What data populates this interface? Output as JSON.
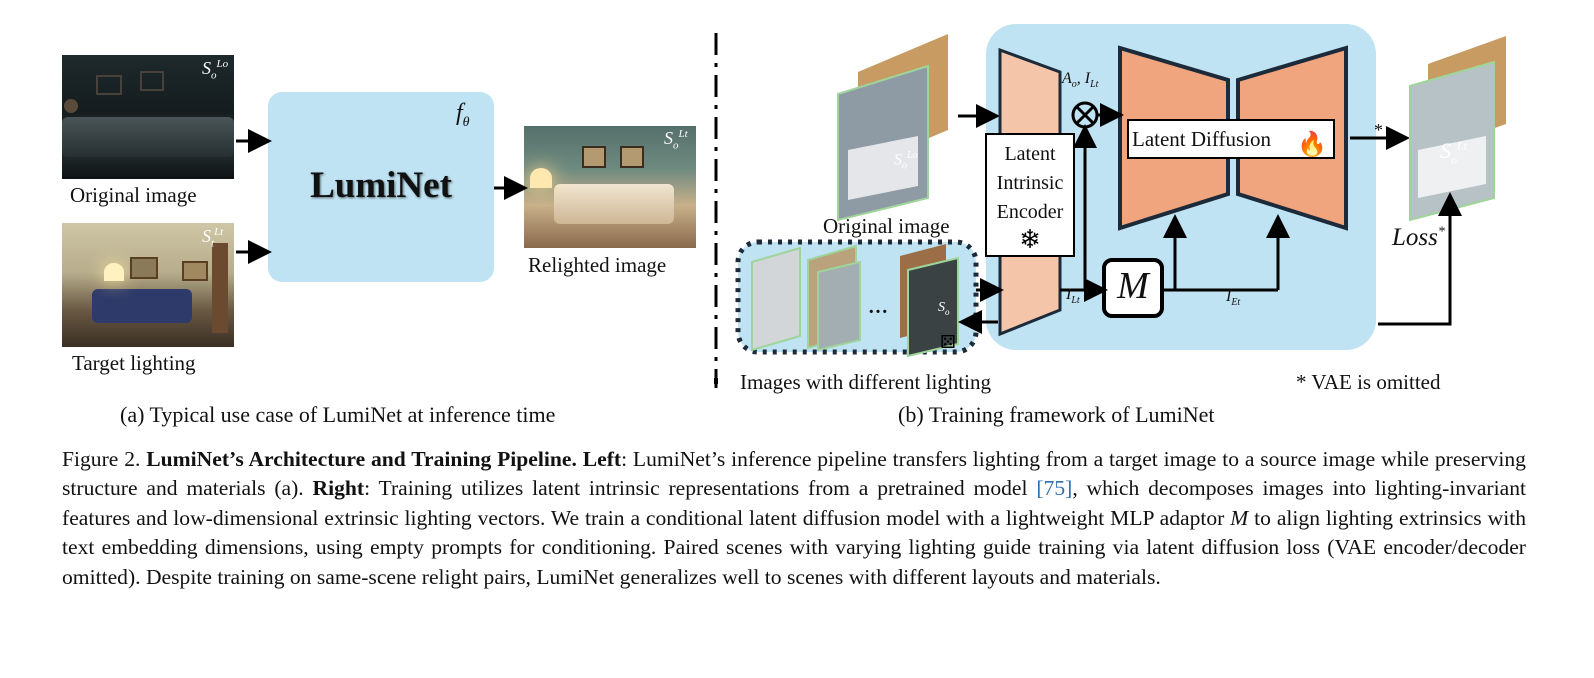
{
  "panel_a": {
    "original_label": "Original image",
    "target_label": "Target lighting",
    "model_name": "LumiNet",
    "func_symbol": "f",
    "func_subscript": "θ",
    "relit_label": "Relighted image",
    "sym_original": {
      "base": "S",
      "sub": "o",
      "sup": "Lo"
    },
    "sym_target": {
      "base": "S",
      "sub": "t",
      "sup": "Lt"
    },
    "sym_relit": {
      "base": "S",
      "sub": "o",
      "sup": "Lt"
    },
    "subcaption": "(a) Typical use case of LumiNet at inference time"
  },
  "panel_b": {
    "original_label": "Original image",
    "encoder_lines": [
      "Latent",
      "Intrinsic",
      "Encoder"
    ],
    "diffusion_label": "Latent Diffusion",
    "mlp_label": "M",
    "vec_a": "A",
    "vec_a_sub": "o",
    "vec_i": "I",
    "vec_i_sub": "Lt",
    "vec_il_bottom": "I",
    "vec_il_bottom_sub": "Lt",
    "vec_ie": "I",
    "vec_ie_sub": "Et",
    "loss_label": "Loss",
    "star": "*",
    "images_label": "Images with different lighting",
    "ellipsis": "…",
    "vae_note": "* VAE  is omitted",
    "subcaption": "(b) Training framework of LumiNet"
  },
  "caption": {
    "fig_label": "Figure 2.",
    "title": "LumiNet’s Architecture and Training Pipeline.",
    "left_label": "Left",
    "text1": ": LumiNet’s inference pipeline transfers lighting from a target image to a source image while preserving structure and materials (a). ",
    "right_label": "Right",
    "text2": ": Training utilizes latent intrinsic representations from a pretrained model ",
    "ref": "[75]",
    "text3": ", which decomposes images into lighting-invariant features and low-dimensional extrinsic lighting vectors. We train a conditional latent diffusion model with a lightweight MLP adaptor ",
    "mlp_symbol": "M",
    "text4": " to align lighting extrinsics with text embedding dimensions, using empty prompts for conditioning. Paired scenes with varying lighting guide training via latent diffusion loss (VAE encoder/decoder omitted). Despite training on same-scene relight pairs, LumiNet generalizes well to scenes with different layouts and materials."
  },
  "colors": {
    "panel_blue": "#bfe3f2",
    "unet_orange": "#f0a57e",
    "encoder_peach": "#f5c5aa",
    "dark_outline": "#1c2a3a",
    "link_blue": "#2f6fb0"
  }
}
